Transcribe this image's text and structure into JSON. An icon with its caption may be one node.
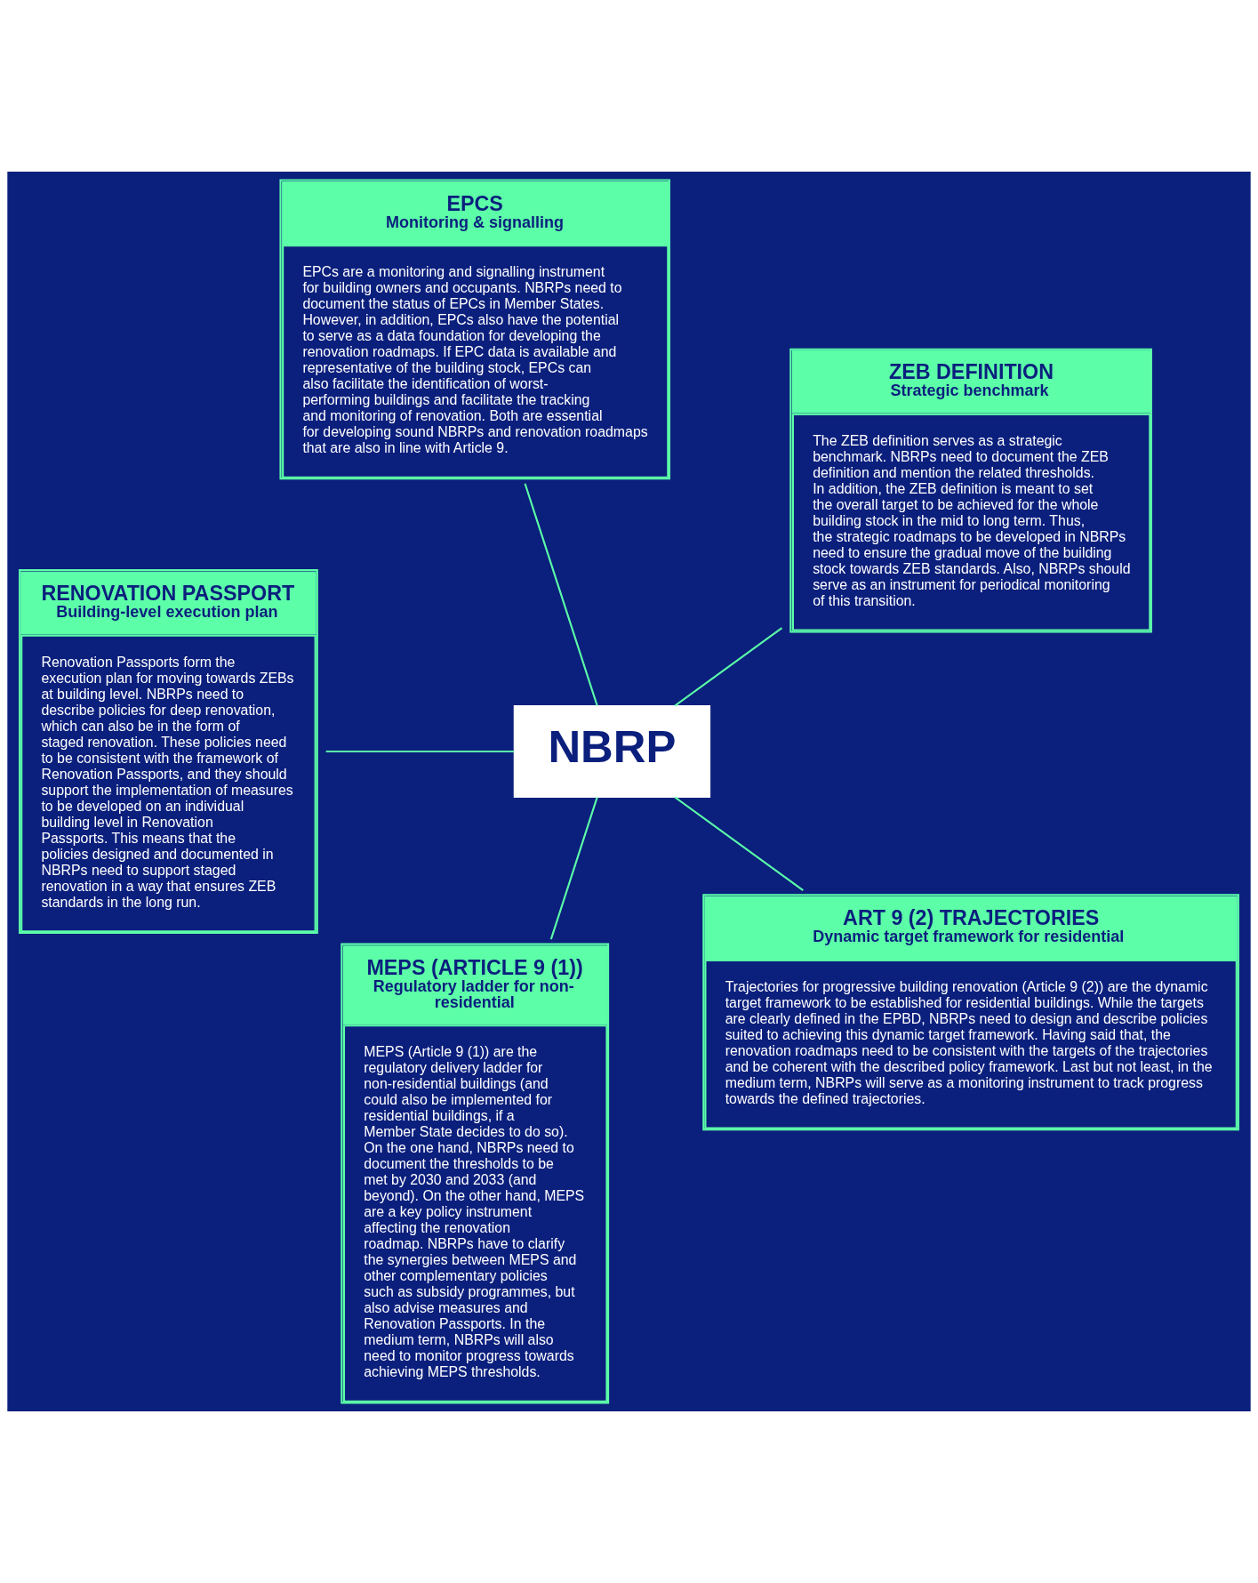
{
  "diagram": {
    "nodes": [
      {
        "text": [
          "ZEB DEFINITION",
          "Strategic benchmark",
          "The ZEB definition serves as a strategic benchmark. NBRPs need to document the ZEB definition and mention the related thresholds. In addition, the ZEB definition is meant to set the overall target to be achieved for the whole building stock in the mid to long term. Thus, the strategic roadmaps to be developed in NBRPs need to ensure the gradual move of the building stock towards ZEB standards. Also, NBRPs should serve as an instrument for periodical monitoring of this transition."
        ]
      },
      {
        "text": [
          "EPCS",
          "Monitoring & signalling",
          "EPCs are a monitoring and signalling instrument for building owners and occupants. NBRPs need to document the status of EPCs in Member States. However, in addition, EPCs also have the potential to serve as a data foundation for developing the renovation roadmaps. If EPC data is available and representative of the building stock, EPCs can also facilitate the identification of worst-performing buildings and facilitate the tracking and monitoring of renovation. Both are essential for developing sound NBRPs and renovation roadmaps that are also in line with Article 9."
        ]
      },
      {
        "text": [
          "RENOVATION PASSPORT",
          "Building-level execution plan",
          "Renovation Passports form the execution plan for moving towards ZEBs at building level. NBRPs need to describe policies for deep renovation, which can also be in the form of staged renovation. These policies need to be consistent with the framework of Renovation Passports, and they should support the implementation of measures to be developed on an individual building level in Renovation Passports. This means that the policies designed and documented in NBRPs need to support staged renovation in a way that ensures ZEB standards in the long run."
        ]
      },
      {
        "text": [
          "NBRP"
        ]
      },
      {
        "text": [
          "MEPS (ARTICLE 9 (1))",
          "Regulatory ladder for non-residential",
          "MEPS (Article 9 (1)) are the regulatory delivery ladder for non-residential buildings (and could also be implemented for residential buildings, if a Member State decides to do so). On the one hand, NBRPs need to document the thresholds to be met by 2030 and 2033 (and beyond). On the other hand, MEPS are a key policy instrument affecting the renovation roadmap. NBRPs have to clarify the synergies between MEPS and other complementary policies such as subsidy programmes, but also advise measures and Renovation Passports. In the medium term, NBRPs will also need to monitor progress towards achieving MEPS thresholds."
        ]
      },
      {
        "text": [
          "ART 9 (2) TRAJECTORIES",
          "Dynamic target framework for residential",
          "Trajectories for progressive building renovation (Article 9 (2)) are the dynamic target framework to be established for residential buildings. While the targets are clearly defined in the EPBD, NBRPs need to design and describe policies suited to achieving this dynamic target framework. Having said that, the renovation roadmaps need to be consistent with the targets of the trajectories and be coherent with the described policy framework. Last but not least, in the medium term, NBRPs will serve as a monitoring instrument to track progress towards the defined trajectories."
        ]
      }
    ],
    "edges": [
      {
        "from": 3,
        "to": 0,
        "arrow": "none"
      },
      {
        "from": 3,
        "to": 1,
        "arrow": "none"
      },
      {
        "from": 3,
        "to": 2,
        "arrow": "none"
      },
      {
        "from": 3,
        "to": 4,
        "arrow": "none"
      },
      {
        "from": 3,
        "to": 5,
        "arrow": "none"
      }
    ]
  }
}
